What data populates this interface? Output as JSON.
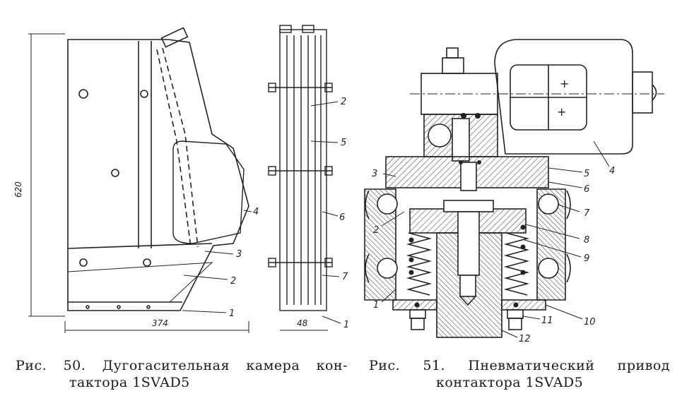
{
  "figure50": {
    "caption_line1": "Рис. 50. Дугогасительная камера кон-",
    "caption_line2": "тактора 1SVAD5",
    "dimension_height": "620",
    "dimension_width": "374",
    "dimension_depth": "48",
    "labels": [
      "1",
      "2",
      "3",
      "4",
      "5",
      "6",
      "7",
      "1",
      "2"
    ]
  },
  "figure51": {
    "caption_line1": "Рис. 51. Пневматический привод",
    "caption_line2": "контактора 1SVAD5",
    "labels": [
      "1",
      "2",
      "3",
      "4",
      "5",
      "6",
      "7",
      "8",
      "9",
      "10",
      "11",
      "12"
    ]
  }
}
